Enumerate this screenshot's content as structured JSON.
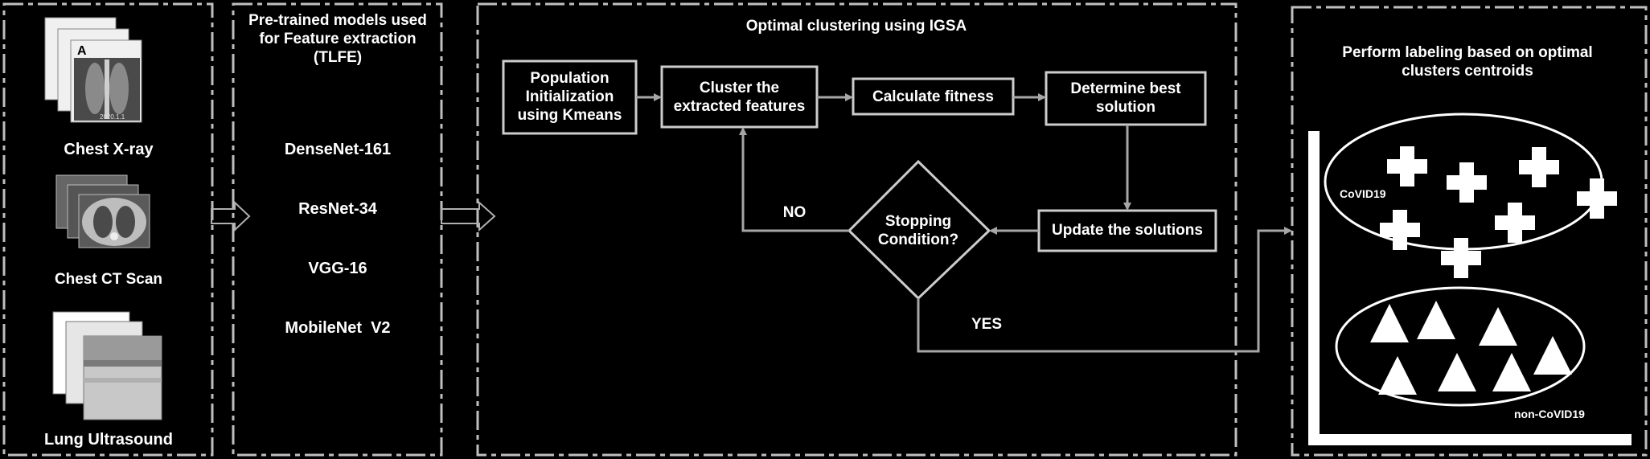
{
  "inputs": {
    "items": [
      {
        "label": "Chest X-ray"
      },
      {
        "label": "Chest CT Scan"
      },
      {
        "label": "Lung Ultrasound"
      }
    ],
    "xray_tag": "A",
    "xray_date": "2020.1.1"
  },
  "feature_extraction": {
    "title": "Pre-trained models used for Feature extraction (TLFE)",
    "models": [
      "DenseNet-161",
      "ResNet-34",
      "VGG-16",
      "MobileNet  V2"
    ]
  },
  "clustering": {
    "title": "Optimal clustering using IGSA",
    "steps": {
      "population_init": "Population Initialization using Kmeans",
      "cluster": "Cluster the extracted features",
      "fitness": "Calculate fitness",
      "best": "Determine best solution",
      "update": "Update the solutions",
      "stopping": "Stopping Condition?"
    },
    "no_label": "NO",
    "yes_label": "YES"
  },
  "labeling": {
    "title": "Perform labeling based on optimal clusters centroids",
    "class_covid": "CoVID19",
    "class_non_covid": "non-CoVID19"
  },
  "colors": {
    "background": "#000000",
    "panel_border": "#bfbfbf",
    "box_border": "#cccccc",
    "arrow": "#a6a6a6",
    "text": "#ffffff"
  }
}
